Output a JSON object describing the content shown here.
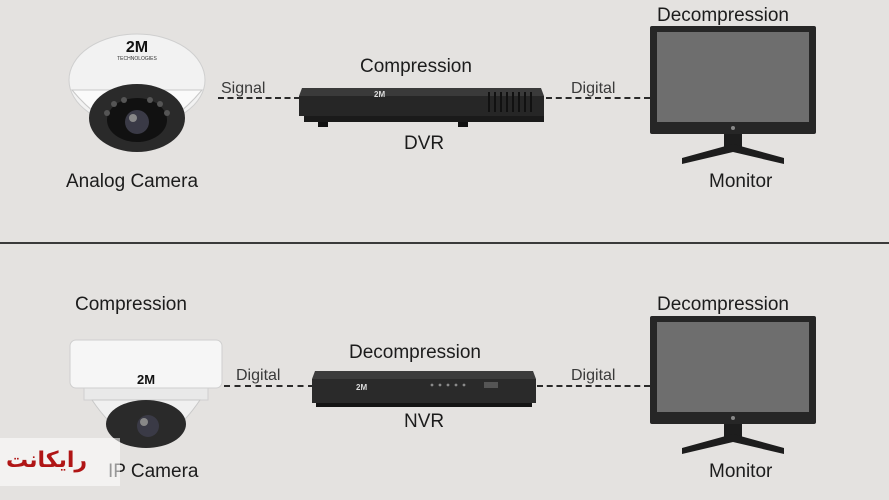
{
  "analog_row": {
    "camera_brand": "2M",
    "camera_brand_sub": "TECHNOLOGIES",
    "camera_label": "Analog Camera",
    "link1_label": "Signal",
    "recorder_title": "Compression",
    "recorder_label": "DVR",
    "recorder_brand": "2M",
    "link2_label": "Digital",
    "monitor_title": "Decompression",
    "monitor_label": "Monitor"
  },
  "ip_row": {
    "camera_title": "Compression",
    "camera_brand": "2M",
    "camera_label": "IP Camera",
    "link1_label": "Digital",
    "recorder_title": "Decompression",
    "recorder_label": "NVR",
    "recorder_brand": "2M",
    "link2_label": "Digital",
    "monitor_title": "Decompression",
    "monitor_label": "Monitor"
  },
  "watermark": {
    "text": "رایکانت"
  },
  "colors": {
    "background": "#e4e2e0",
    "watermark_red": "#b01515"
  }
}
